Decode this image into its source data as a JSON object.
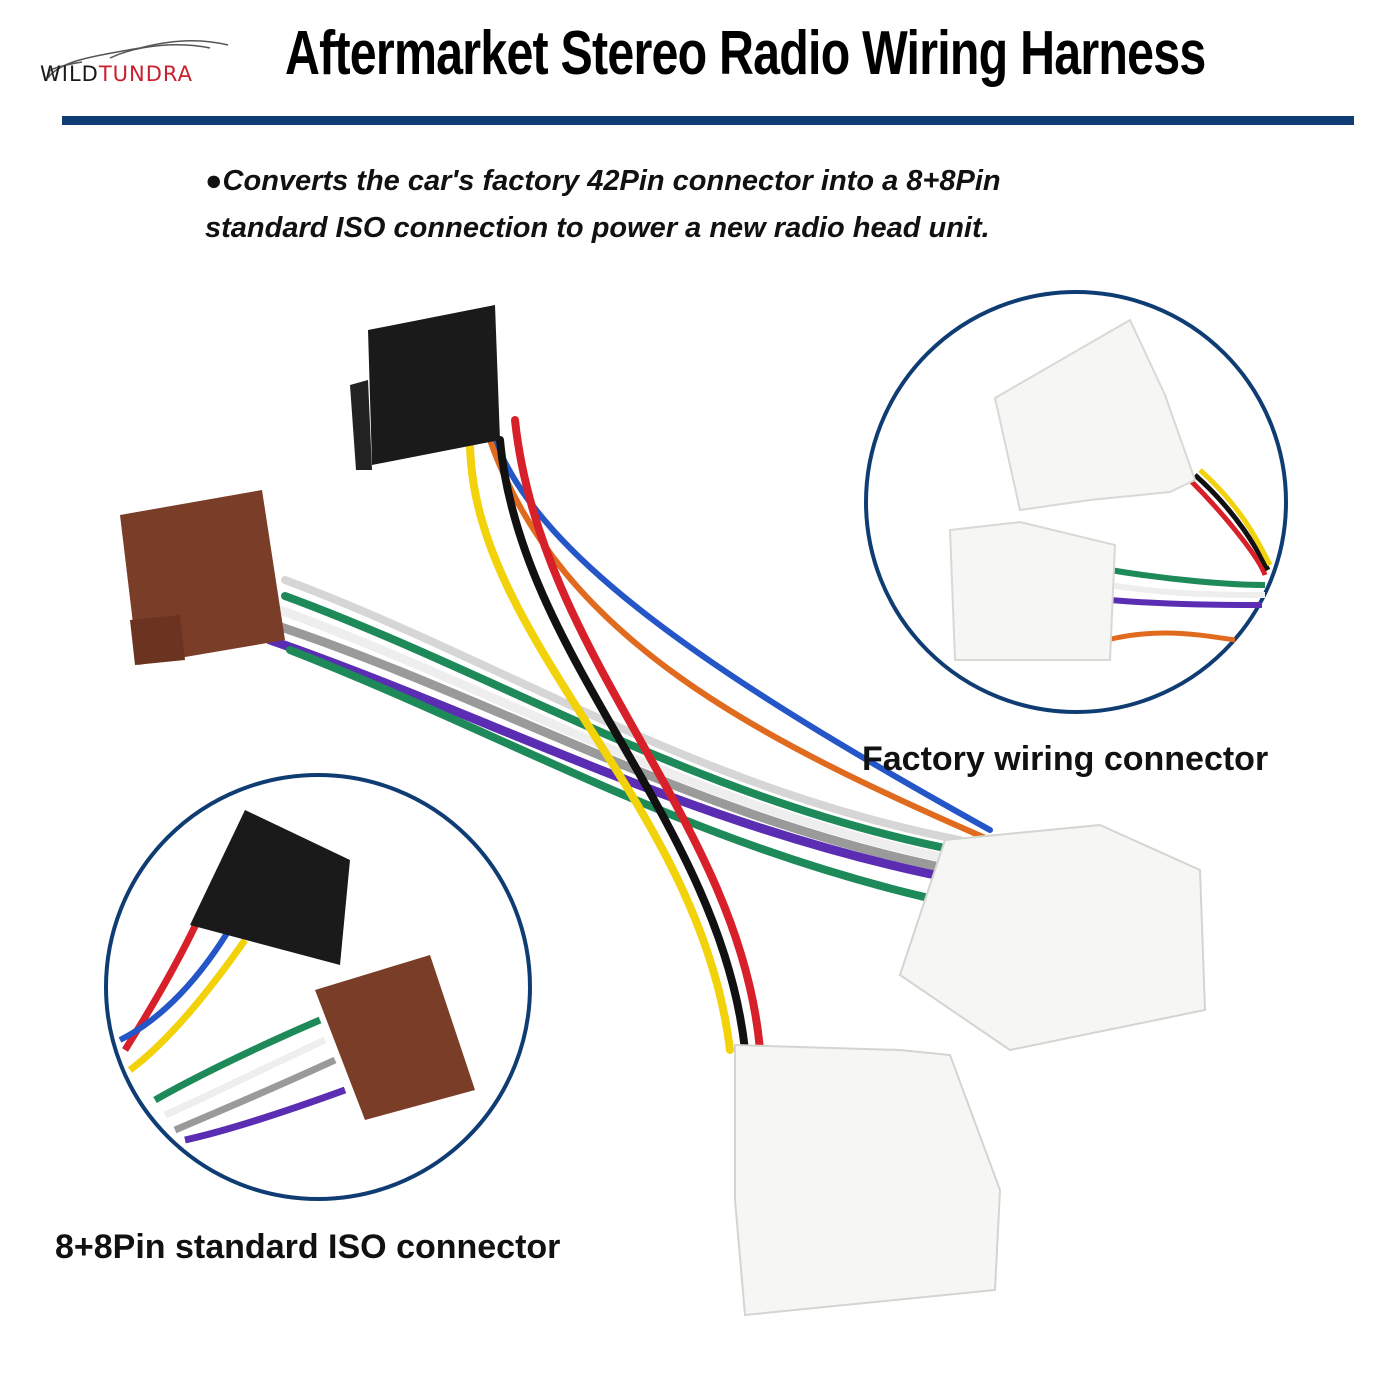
{
  "brand": {
    "logo_word1": "WILD",
    "logo_word2": "TUNDRA",
    "colors": {
      "wild": "#1a1a1a",
      "tundra": "#c8202f"
    }
  },
  "header": {
    "title": "Aftermarket Stereo Radio Wiring Harness",
    "rule_color": "#0f3d73"
  },
  "description": {
    "bullet": "●",
    "text": "Converts the car's factory 42Pin connector into a 8+8Pin standard ISO connection to power a new radio head unit."
  },
  "callouts": {
    "factory": {
      "label": "Factory wiring connector"
    },
    "iso": {
      "label": "8+8Pin standard ISO connector"
    }
  },
  "wire_colors": {
    "red": "#d8202a",
    "black": "#111111",
    "yellow": "#f2d20a",
    "blue": "#2456c8",
    "green": "#1e8a5a",
    "white": "#f4f4f4",
    "gray": "#9a9a9a",
    "purple": "#5b2db3",
    "orange": "#e06a1e"
  },
  "connector_colors": {
    "iso_power": "#1a1a1a",
    "iso_speaker": "#7a3e28",
    "factory": "#f6f6f4"
  }
}
